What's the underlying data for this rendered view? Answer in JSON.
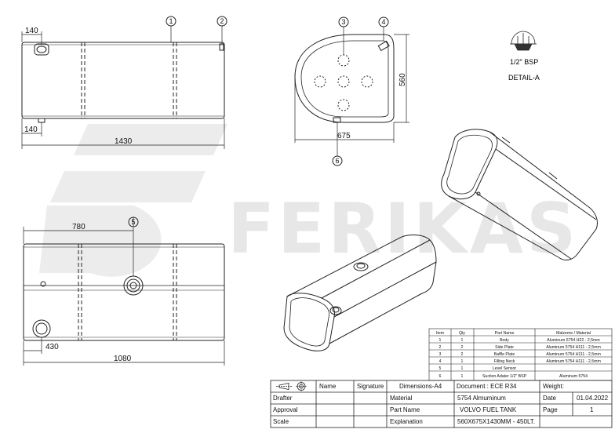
{
  "watermark": {
    "text": "FERIKAS",
    "color": "#e6e6e6"
  },
  "dimensions": {
    "front_top_offset": "140",
    "front_bottom_offset": "140",
    "front_length": "1430",
    "end_width": "675",
    "end_height": "560",
    "plan_sensor_offset": "780",
    "plan_neck_offset": "430",
    "plan_length": "1080"
  },
  "callouts": [
    "1",
    "2",
    "3",
    "4",
    "5",
    "6"
  ],
  "detail": {
    "thread": "1/2\" BSP",
    "label": "DETAIL-A"
  },
  "parts_table": {
    "headers": [
      "Item",
      "Qty",
      "Part Name",
      "Malzeme / Material"
    ],
    "rows": [
      [
        "1",
        "1",
        "Body",
        "Aluminum 5754 H22 - 2,5mm"
      ],
      [
        "2",
        "2",
        "Side Plate",
        "Aluminum 5754 H111 - 2,5mm"
      ],
      [
        "3",
        "2",
        "Baffle Plate",
        "Aluminum 5754 H111 - 2,5mm"
      ],
      [
        "4",
        "1",
        "Filling Neck",
        "Aluminum 5754 H111 - 2,5mm"
      ],
      [
        "5",
        "1",
        "Level Sensor",
        ""
      ],
      [
        "6",
        "1",
        "Suction Adater 1/2\" BSP",
        "Aluminum 5754"
      ]
    ]
  },
  "title_block": {
    "name_label": "Name",
    "signature_label": "Signature",
    "dimensions_label": "Dimensions-A4",
    "document_label": "Document : ECE R34",
    "weight_label": "Weight:",
    "drafter_label": "Drafter",
    "material_label": "Material",
    "material_value": "5754 Almuminum",
    "date_label": "Date",
    "date_value": "01.04.2022",
    "approval_label": "Approval",
    "part_name_label": "Part Name",
    "part_name_value": "VOLVO FUEL TANK",
    "page_label": "Page",
    "page_value": "1",
    "scale_label": "Scale",
    "explanation_label": "Explanation",
    "explanation_value": "560X675X1430MM - 450LT."
  }
}
